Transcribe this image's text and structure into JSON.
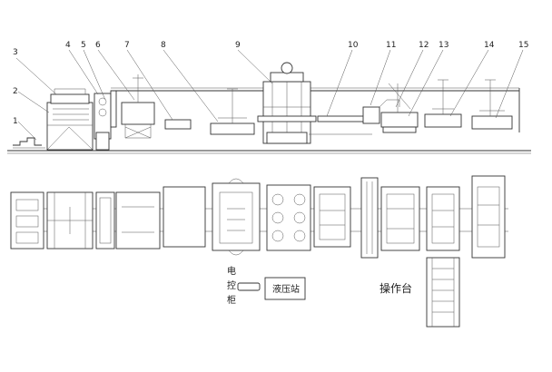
{
  "callouts": [
    "1",
    "2",
    "3",
    "4",
    "5",
    "6",
    "7",
    "8",
    "9",
    "10",
    "11",
    "12",
    "13",
    "14",
    "15"
  ],
  "plan_labels": {
    "control_cabinet_chars": [
      "电",
      "控",
      "柜"
    ],
    "hydraulic_station": "液压站",
    "operation_table": "操作台"
  },
  "colors": {
    "line": "#333333",
    "background": "#ffffff"
  }
}
